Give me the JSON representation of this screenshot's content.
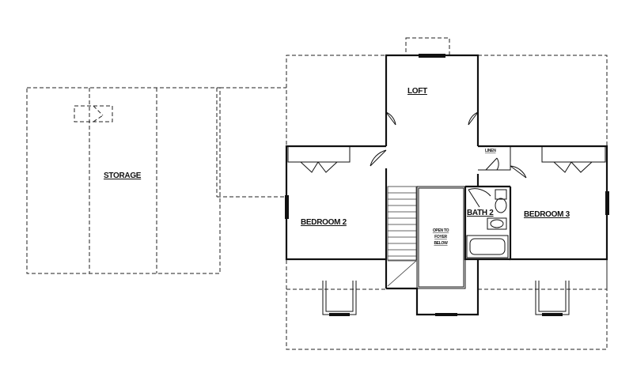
{
  "rooms": {
    "storage": "STORAGE",
    "loft": "LOFT",
    "bedroom2": "BEDROOM 2",
    "bedroom3": "BEDROOM 3",
    "bath2": "BATH 2",
    "linen": "LINEN"
  },
  "open_to_foyer": {
    "line1": "OPEN TO",
    "line2": "FOYER",
    "line3": "BELOW"
  }
}
